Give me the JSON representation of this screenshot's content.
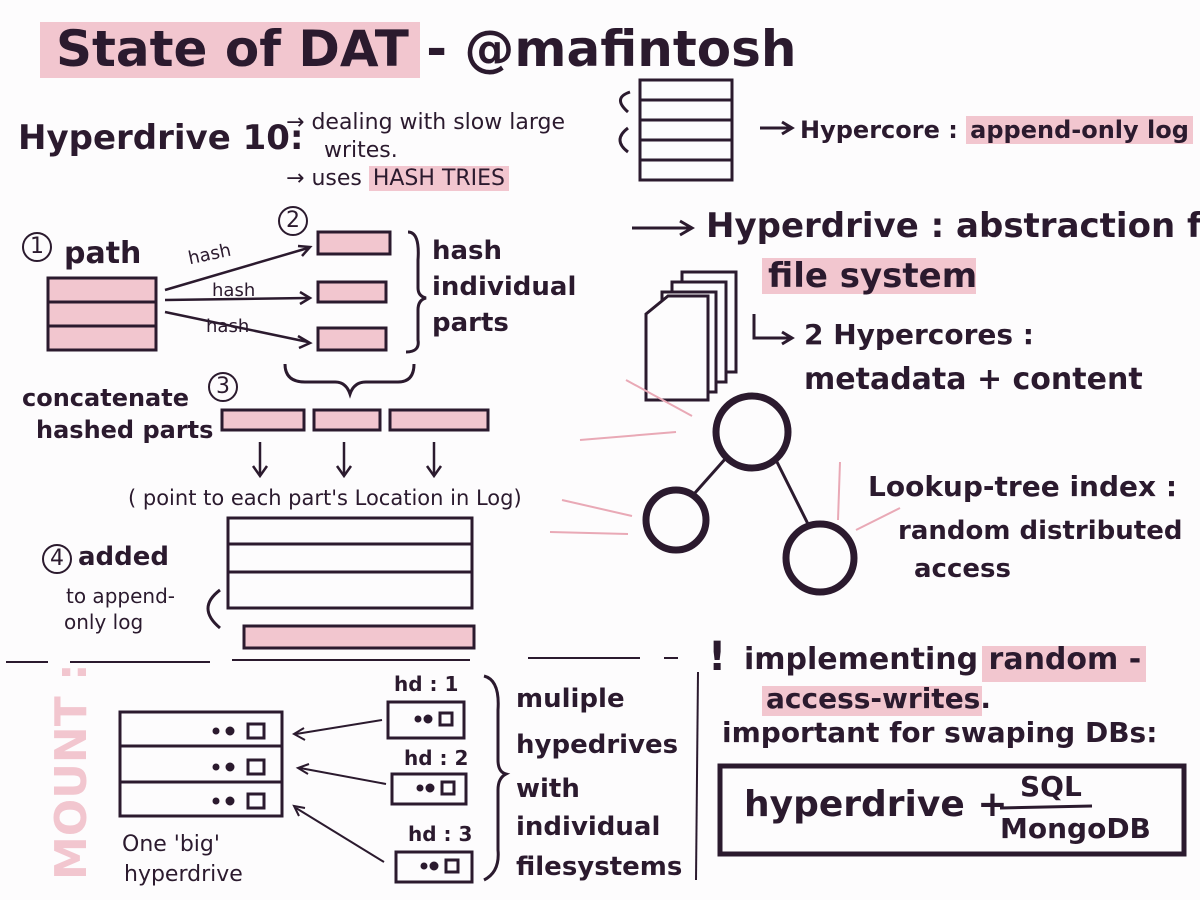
{
  "title": "State of DAT - @mafintosh",
  "hyperdrive10": {
    "label": "Hyperdrive 10:",
    "point1_a": "dealing with slow large",
    "point1_b": "writes.",
    "point2_prefix": "uses",
    "point2_highlight": "HASH TRIES",
    "hypercore_label": "Hypercore :",
    "hypercore_highlight": "append-only log"
  },
  "steps": {
    "step1_num": "1",
    "step1_label": "path",
    "step2_num": "2",
    "hash_labels": [
      "hash",
      "hash",
      "hash"
    ],
    "hash_parts": [
      "hash",
      "individual",
      "parts"
    ],
    "step3_num": "3",
    "step3_label": [
      "concatenate",
      "hashed parts"
    ],
    "pointer_note": "( point to each part's Location in Log)",
    "step4_num": "4",
    "step4_label": [
      "added",
      "to append-",
      "only log"
    ]
  },
  "hyperdrive_def": {
    "line1": "Hyperdrive : abstraction for",
    "line2_highlight": "file system",
    "sub1": "2 Hypercores :",
    "sub2": "metadata + content"
  },
  "lookup": {
    "line1": "Lookup-tree index :",
    "line2": "random distributed",
    "line3": "access"
  },
  "mount": {
    "side_label": "MOUNT :",
    "drives": [
      "hd : 1",
      "hd : 2",
      "hd : 3"
    ],
    "big_label": [
      "One 'big'",
      "hyperdrive"
    ],
    "desc": [
      "muliple",
      "hypedrives",
      "with",
      "individual",
      "filesystems"
    ]
  },
  "random_access": {
    "exclaim": "!",
    "line1": "implementing",
    "line1_highlight": "random -",
    "line2_highlight": "access-writes.",
    "line3": "important for swaping DBs:",
    "box_left": "hyperdrive +",
    "box_top": "SQL",
    "box_bottom": "MongoDB"
  },
  "colors": {
    "ink": "#2b1a2e",
    "pink": "#f2c6cf",
    "pink_dark": "#e9a9b6"
  }
}
